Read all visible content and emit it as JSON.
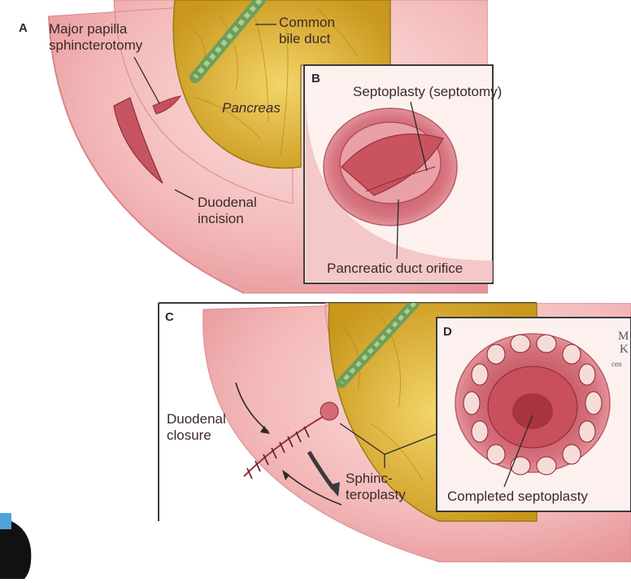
{
  "panels": {
    "a": {
      "letter": "A"
    },
    "b": {
      "letter": "B"
    },
    "c": {
      "letter": "C"
    },
    "d": {
      "letter": "D"
    }
  },
  "labels": {
    "major_papilla": [
      "Major papilla",
      "sphincterotomy"
    ],
    "common_bile_duct": [
      "Common",
      "bile duct"
    ],
    "pancreas": "Pancreas",
    "duodenal_incision": [
      "Duodenal",
      "incision"
    ],
    "septoplasty": "Septoplasty (septotomy)",
    "pancreatic_duct_orifice": "Pancreatic duct orifice",
    "duodenal_closure": [
      "Duodenal",
      "closure"
    ],
    "sphincteroplasty": [
      "Sphinc-",
      "teroplasty"
    ],
    "completed_septoplasty": "Completed septoplasty"
  },
  "logo": {
    "line1": "M",
    "line2": "K",
    "line3": "cen"
  },
  "colors": {
    "tissue": "#f2b8b8",
    "tissue_dark": "#c75a63",
    "pancreas": "#e2b92b",
    "duct": "#7fae6a",
    "frame": "#3c3c3c"
  }
}
